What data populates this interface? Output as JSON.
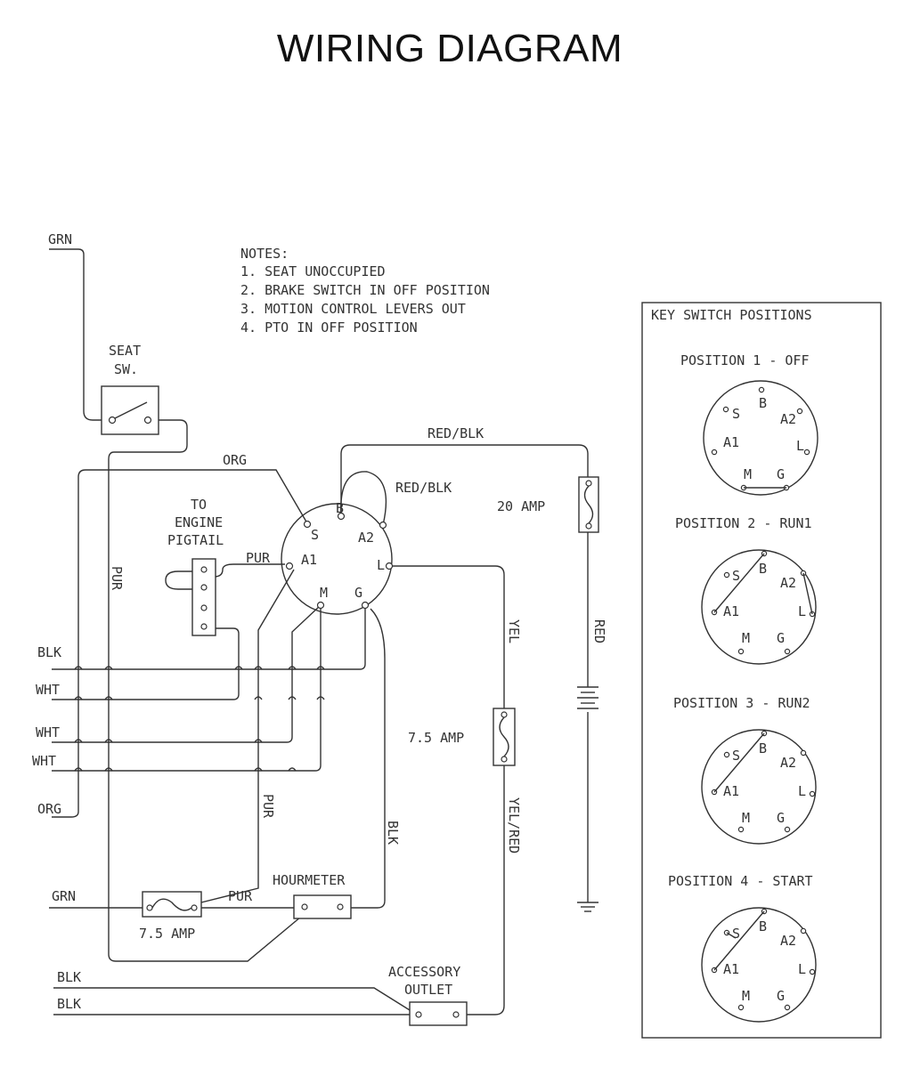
{
  "title": "WIRING DIAGRAM",
  "notes": {
    "heading": "NOTES:",
    "items": [
      "1.   SEAT UNOCCUPIED",
      "2.  BRAKE SWITCH IN OFF POSITION",
      "3.  MOTION CONTROL LEVERS OUT",
      "4.  PTO IN OFF POSITION"
    ]
  },
  "wire_labels": {
    "grn_top": "GRN",
    "blk": "BLK",
    "wht1": "WHT",
    "wht2": "WHT",
    "wht3": "WHT",
    "org_left": "ORG",
    "grn_bottom": "GRN",
    "blk1": "BLK",
    "blk2": "BLK",
    "org_top": "ORG",
    "pur_left": "PUR",
    "pur_a1": "PUR",
    "pur_mid": "PUR",
    "pur_hm": "PUR",
    "blk_mid": "BLK",
    "red_blk_top": "RED/BLK",
    "red_blk_jumper": "RED/BLK",
    "red": "RED",
    "yel": "YEL",
    "yel_red": "YEL/RED"
  },
  "components": {
    "seat_switch": [
      "SEAT",
      "SW."
    ],
    "engine_pigtail": [
      "TO",
      "ENGINE",
      "PIGTAIL"
    ],
    "fuse_20": "20 AMP",
    "fuse_75_right": "7.5 AMP",
    "fuse_75_bottom": "7.5 AMP",
    "hourmeter": "HOURMETER",
    "accessory_outlet": [
      "ACCESSORY",
      "OUTLET"
    ]
  },
  "ignition_terminals": {
    "S": "S",
    "B": "B",
    "A2": "A2",
    "A1": "A1",
    "L": "L",
    "M": "M",
    "G": "G"
  },
  "key_panel": {
    "heading": "KEY SWITCH POSITIONS",
    "positions": [
      {
        "label": "POSITION 1 - OFF"
      },
      {
        "label": "POSITION 2 - RUN1"
      },
      {
        "label": "POSITION 3 - RUN2"
      },
      {
        "label": "POSITION 4 - START"
      }
    ],
    "terminals": {
      "B": "B",
      "S": "S",
      "A2": "A2",
      "A1": "A1",
      "L": "L",
      "M": "M",
      "G": "G"
    }
  },
  "colors": {
    "line": "#333333",
    "background": "#ffffff"
  }
}
